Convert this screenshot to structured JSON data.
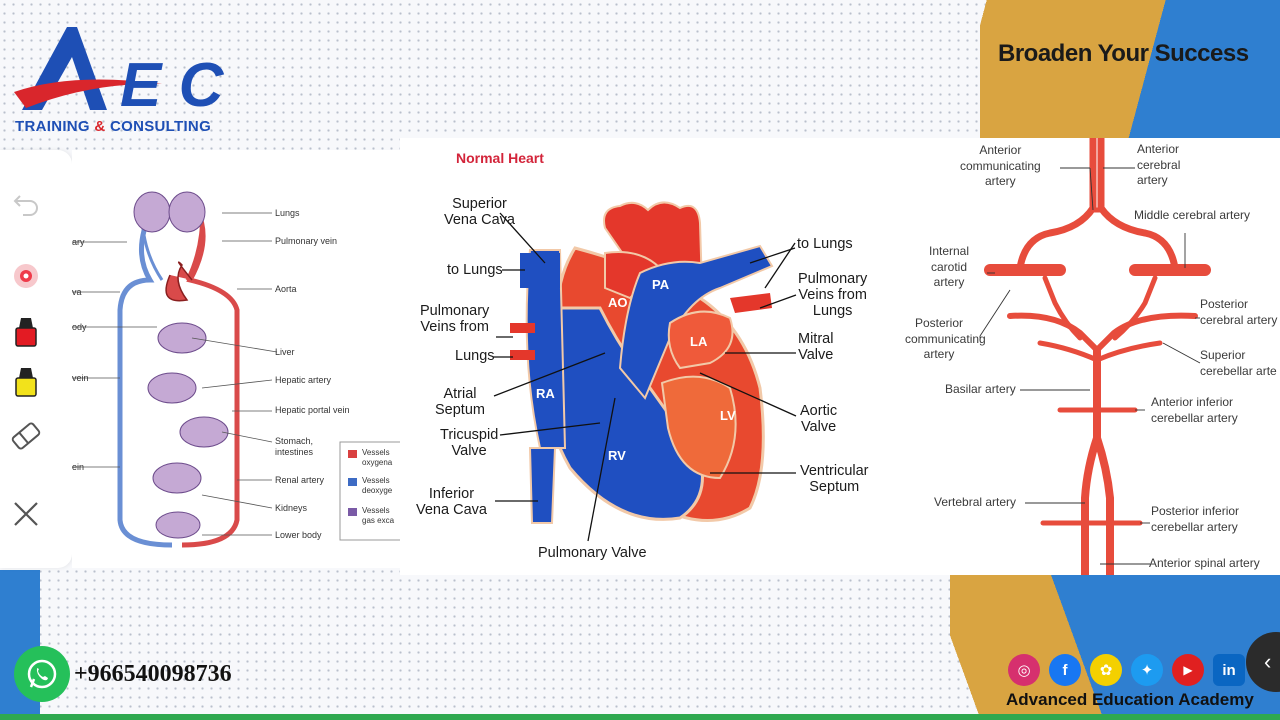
{
  "brand": {
    "logo_letters": "AEC",
    "logo_sub_1": "TRAINING ",
    "logo_sub_amp": "&",
    "logo_sub_2": " CONSULTING",
    "tagline": "Broaden Your Success"
  },
  "toolbar": {
    "tools": [
      "undo-icon",
      "laser-pointer-icon",
      "red-pen-icon",
      "yellow-highlighter-icon",
      "eraser-icon",
      "close-icon"
    ]
  },
  "circulation": {
    "labels": [
      "Lungs",
      "Pulmonary vein",
      "Aorta",
      "Liver",
      "Hepatic artery",
      "Hepatic portal vein",
      "Stomach,",
      "intestines",
      "Renal artery",
      "Kidneys",
      "Lower body"
    ],
    "left_labels": [
      "ary",
      "va",
      "ody",
      "vein",
      "ein"
    ],
    "legend": [
      {
        "line1": "Vessels",
        "line2": "oxygena",
        "color": "#d94040"
      },
      {
        "line1": "Vessels",
        "line2": "deoxyge",
        "color": "#3d6bc4"
      },
      {
        "line1": "Vessels",
        "line2": "gas exca",
        "color": "#7a5aa6"
      }
    ]
  },
  "heart": {
    "title": "Normal Heart",
    "labels": {
      "superior_vena_cava": [
        "Superior",
        "Vena Cava"
      ],
      "to_lungs_left": "to Lungs",
      "pulmonary_veins_left": [
        "Pulmonary",
        "Veins from"
      ],
      "lungs": "Lungs",
      "atrial_septum": [
        "Atrial",
        "Septum"
      ],
      "tricuspid_valve": [
        "Tricuspid",
        "Valve"
      ],
      "inferior_vena_cava": [
        "Inferior",
        "Vena Cava"
      ],
      "pulmonary_valve": "Pulmonary Valve",
      "to_lungs_right": "to Lungs",
      "pulmonary_veins_right": [
        "Pulmonary",
        "Veins from",
        "Lungs"
      ],
      "mitral_valve": [
        "Mitral",
        "Valve"
      ],
      "aortic_valve": [
        "Aortic",
        "Valve"
      ],
      "ventricular_septum": [
        "Ventricular",
        "Septum"
      ]
    },
    "chambers": {
      "ao": "AO",
      "pa": "PA",
      "la": "LA",
      "ra": "RA",
      "rv": "RV",
      "lv": "LV"
    }
  },
  "brain_arteries": {
    "anterior_communicating": [
      "Anterior",
      "communicating",
      "artery"
    ],
    "anterior_cerebral": [
      "Anterior",
      "cerebral",
      "artery"
    ],
    "middle_cerebral": "Middle cerebral artery",
    "internal_carotid": [
      "Internal",
      "carotid",
      "artery"
    ],
    "posterior_communicating": [
      "Posterior",
      "communicating",
      "artery"
    ],
    "posterior_cerebral": [
      "Posterior",
      "cerebral artery"
    ],
    "superior_cerebellar": [
      "Superior",
      "cerebellar arte"
    ],
    "basilar": "Basilar artery",
    "anterior_inferior_cerebellar": [
      "Anterior inferior",
      "cerebellar artery"
    ],
    "vertebral": "Vertebral artery",
    "posterior_inferior_cerebellar": [
      "Posterior inferior",
      "cerebellar artery"
    ],
    "anterior_spinal": "Anterior spinal artery"
  },
  "contact": {
    "phone": "+966540098736",
    "social": [
      {
        "name": "instagram-icon",
        "glyph": "◎",
        "color": "#d6306e"
      },
      {
        "name": "facebook-icon",
        "glyph": "f",
        "color": "#1877f2"
      },
      {
        "name": "snapchat-icon",
        "glyph": "✿",
        "color": "#f4d000"
      },
      {
        "name": "twitter-icon",
        "glyph": "✦",
        "color": "#1d9bf0"
      },
      {
        "name": "youtube-icon",
        "glyph": "▶",
        "color": "#e02020"
      },
      {
        "name": "linkedin-icon",
        "glyph": "in",
        "color": "#0a66c2"
      }
    ],
    "academy": "Advanced Education Academy"
  },
  "colors": {
    "brand_blue": "#1e4fb5",
    "brand_red": "#d9262c",
    "artery_red": "#e74c3c",
    "vein_blue": "#1f4fc1"
  }
}
